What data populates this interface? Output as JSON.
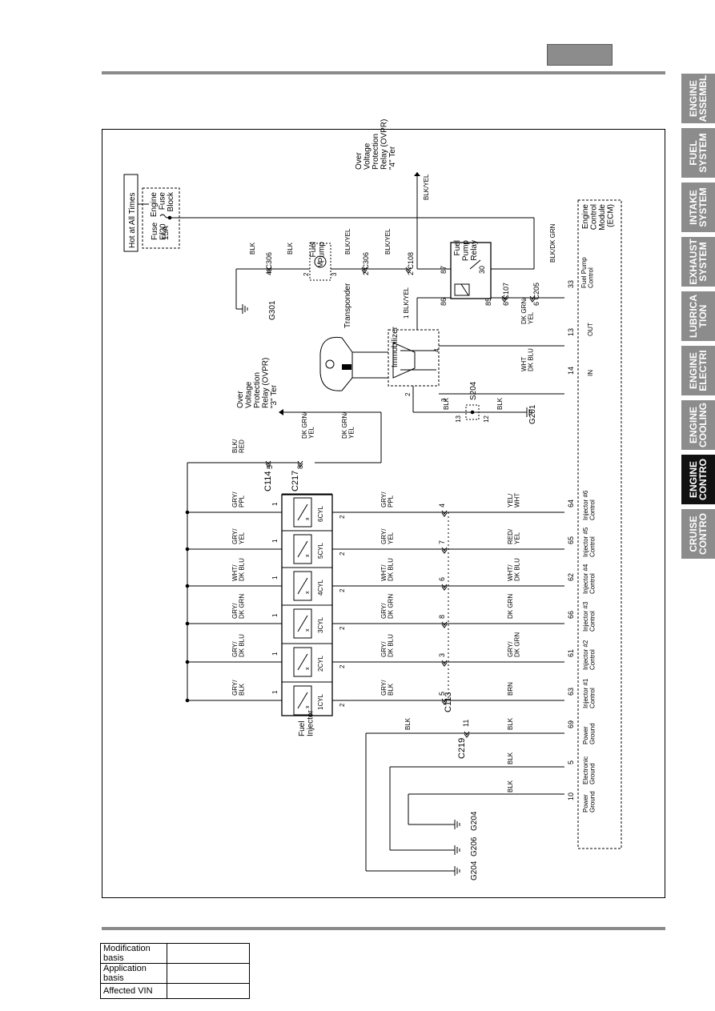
{
  "side_tabs": [
    {
      "label": "ENGINE\nASSEMBL",
      "active": false
    },
    {
      "label": "FUEL\nSYSTEM",
      "active": false
    },
    {
      "label": "INTAKE\nSYSTEM",
      "active": false
    },
    {
      "label": "EXHAUST\nSYSTEM",
      "active": false
    },
    {
      "label": "LUBRICA\nTION",
      "active": false
    },
    {
      "label": "ENGINE\nELECTRI",
      "active": false
    },
    {
      "label": "ENGINE\nCOOLING",
      "active": false
    },
    {
      "label": "ENGINE\nCONTRO",
      "active": true
    },
    {
      "label": "CRUISE\nCONTRO",
      "active": false
    }
  ],
  "diagram": {
    "hot_at_all_times": "Hot at All Times",
    "fuse_block_label": [
      "Engine",
      "Fuse",
      "Block"
    ],
    "fuse_label": [
      "Fuse",
      "Ef20"
    ],
    "fuse_rating": "15A",
    "ovpr_top": [
      "Over",
      "Voltage",
      "Protection",
      "Relay (OVPR)",
      "\"4\" Ter"
    ],
    "ovpr_left": [
      "Over",
      "Voltage",
      "Protection",
      "Relay (OVPR)",
      "\"3\" Ter"
    ],
    "ecm_label": [
      "Engine",
      "Control",
      "Module",
      "(ECM)"
    ],
    "fuel_pump_label": [
      "Fuel",
      "Pump"
    ],
    "fuel_pump_relay_label": [
      "Fuel",
      "Pump",
      "Relay"
    ],
    "transponder": "Transponder",
    "immobilizer": "Immobilizer",
    "fuel_injector": [
      "Fuel",
      "Injector"
    ],
    "motor_symbol": "M",
    "connectors": {
      "c306": "C306",
      "c108": "C108",
      "c107": "C107",
      "c205": "C205",
      "c114": "C114",
      "c217": "C217",
      "c113": "C113",
      "c219": "C219",
      "s204": "S204"
    },
    "grounds": {
      "g301": "G301",
      "g201": "G201",
      "g204a": "G204",
      "g206": "G206",
      "g204b": "G204"
    },
    "wires": {
      "blk": "BLK",
      "blk_yel": "BLK/YEL",
      "blk_dkgrn": "BLK/DK GRN",
      "dkgrn_yel": [
        "DK GRN/",
        "YEL"
      ],
      "wht_dkblu": [
        "WHT",
        "DK BLU"
      ],
      "blk_red": [
        "BLK/",
        "RED"
      ],
      "brn": "BRN",
      "dkgrn": "DK GRN"
    },
    "pins": {
      "p4": "4",
      "p2": "2",
      "p3": "3",
      "p1": "1",
      "p5": "5",
      "p6": "6",
      "p7": "7",
      "p8": "8",
      "p11": "11",
      "p12": "12",
      "p13": "13",
      "p14": "14",
      "p30": "30",
      "p33": "33",
      "p61": "61",
      "p62": "62",
      "p63": "63",
      "p64": "64",
      "p65": "65",
      "p66": "66",
      "p69": "69",
      "p10": "10",
      "p85": "85",
      "p86": "86",
      "p87": "87"
    },
    "ecm_pins": {
      "fuel_pump_control": [
        "Fuel Pump",
        "Control"
      ],
      "out": "OUT",
      "in": "IN",
      "power_ground": [
        "Power",
        "Ground"
      ],
      "electronic_ground": [
        "Electronic",
        "Ground"
      ]
    },
    "injectors": [
      {
        "cyl": "1CYL",
        "in_wire": [
          "GRY/",
          "BLK"
        ],
        "out_wire": [
          "GRY/",
          "BLK"
        ],
        "conn_pin": "5",
        "ecm_wire": [
          "BRN"
        ],
        "ecm_pin": "63",
        "ecm_label": [
          "Injector #1",
          "Control"
        ]
      },
      {
        "cyl": "2CYL",
        "in_wire": [
          "GRY/",
          "DK BLU"
        ],
        "out_wire": [
          "GRY/",
          "DK BLU"
        ],
        "conn_pin": "3",
        "ecm_wire": [
          "GRY/",
          "DK GRN"
        ],
        "ecm_pin": "61",
        "ecm_label": [
          "Injector #2",
          "Control"
        ]
      },
      {
        "cyl": "3CYL",
        "in_wire": [
          "GRY/",
          "DK GRN"
        ],
        "out_wire": [
          "GRY/",
          "DK GRN"
        ],
        "conn_pin": "8",
        "ecm_wire": [
          "DK GRN"
        ],
        "ecm_pin": "66",
        "ecm_label": [
          "Injector #3",
          "Control"
        ]
      },
      {
        "cyl": "4CYL",
        "in_wire": [
          "WHT/",
          "DK BLU"
        ],
        "out_wire": [
          "WHT/",
          "DK BLU"
        ],
        "conn_pin": "6",
        "ecm_wire": [
          "WHT/",
          "DK BLU"
        ],
        "ecm_pin": "62",
        "ecm_label": [
          "Injector #4",
          "Control"
        ]
      },
      {
        "cyl": "5CYL",
        "in_wire": [
          "GRY/",
          "YEL"
        ],
        "out_wire": [
          "GRY/",
          "YEL"
        ],
        "conn_pin": "7",
        "ecm_wire": [
          "RED/",
          "YEL"
        ],
        "ecm_pin": "65",
        "ecm_label": [
          "Injector #5",
          "Control"
        ]
      },
      {
        "cyl": "6CYL",
        "in_wire": [
          "GRY/",
          "PPL"
        ],
        "out_wire": [
          "GRY/",
          "PPL"
        ],
        "conn_pin": "4",
        "ecm_wire": [
          "YEL/",
          "WHT"
        ],
        "ecm_pin": "64",
        "ecm_label": [
          "Injector #6",
          "Control"
        ]
      }
    ]
  },
  "footer_table": [
    {
      "label": "Modification basis",
      "value": ""
    },
    {
      "label": "Application basis",
      "value": ""
    },
    {
      "label": "Affected VIN",
      "value": ""
    }
  ]
}
